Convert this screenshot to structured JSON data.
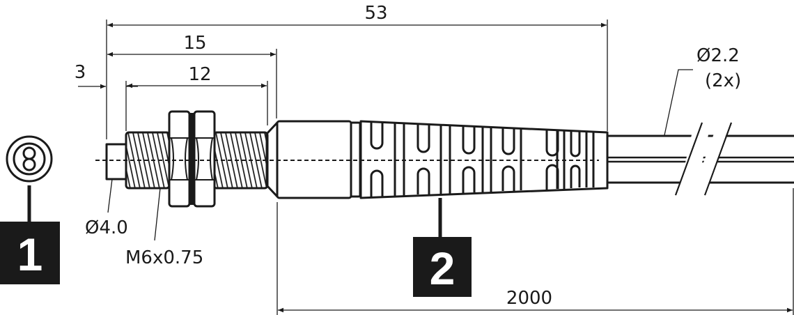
{
  "dimensions": {
    "overall_length": "53",
    "thread_plus_tip": "15",
    "thread_length": "12",
    "tip_length": "3",
    "cable_length": "2000"
  },
  "labels": {
    "tip_diameter": "Ø4.0",
    "thread_spec": "M6x0.75",
    "cable_diameter": "Ø2.2",
    "cable_count": "(2x)"
  },
  "callouts": [
    {
      "number": "1"
    },
    {
      "number": "2"
    }
  ]
}
